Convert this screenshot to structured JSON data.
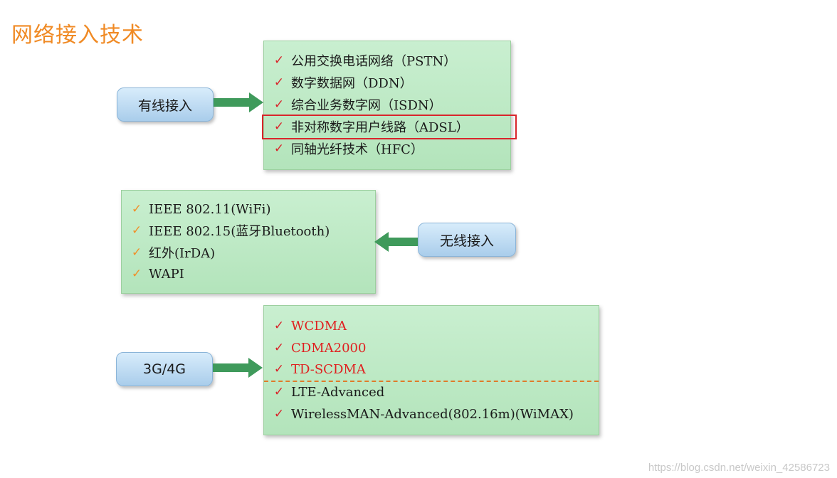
{
  "title": "网络接入技术",
  "colors": {
    "title": "#f08a24",
    "check_red": "#d9252b",
    "check_orange": "#f0902a",
    "highlight_red": "#d9252b",
    "arrow_green": "#3f9a5b",
    "box_green": "#c9efd0",
    "pill_blue": "#b9d9f1",
    "red_text": "#e02020"
  },
  "wired": {
    "label": "有线接入",
    "check_icon": "checkmark-icon",
    "items": [
      "公用交换电话网络（PSTN）",
      "数字数据网（DDN）",
      "综合业务数字网（ISDN）",
      "非对称数字用户线路（ADSL）",
      "同轴光纤技术（HFC）"
    ],
    "highlighted_index": 3
  },
  "wireless": {
    "label": "无线接入",
    "check_icon": "checkmark-icon",
    "items": [
      "IEEE 802.11(WiFi)",
      "IEEE 802.15(蓝牙Bluetooth)",
      "红外(IrDA)",
      "WAPI"
    ]
  },
  "mobile": {
    "label": "3G/4G",
    "check_icon": "checkmark-icon",
    "items_3g": [
      "WCDMA",
      "CDMA2000",
      "TD-SCDMA"
    ],
    "items_4g": [
      "LTE-Advanced",
      "WirelessMAN-Advanced(802.16m)(WiMAX)"
    ]
  },
  "watermark": "https://blog.csdn.net/weixin_42586723"
}
